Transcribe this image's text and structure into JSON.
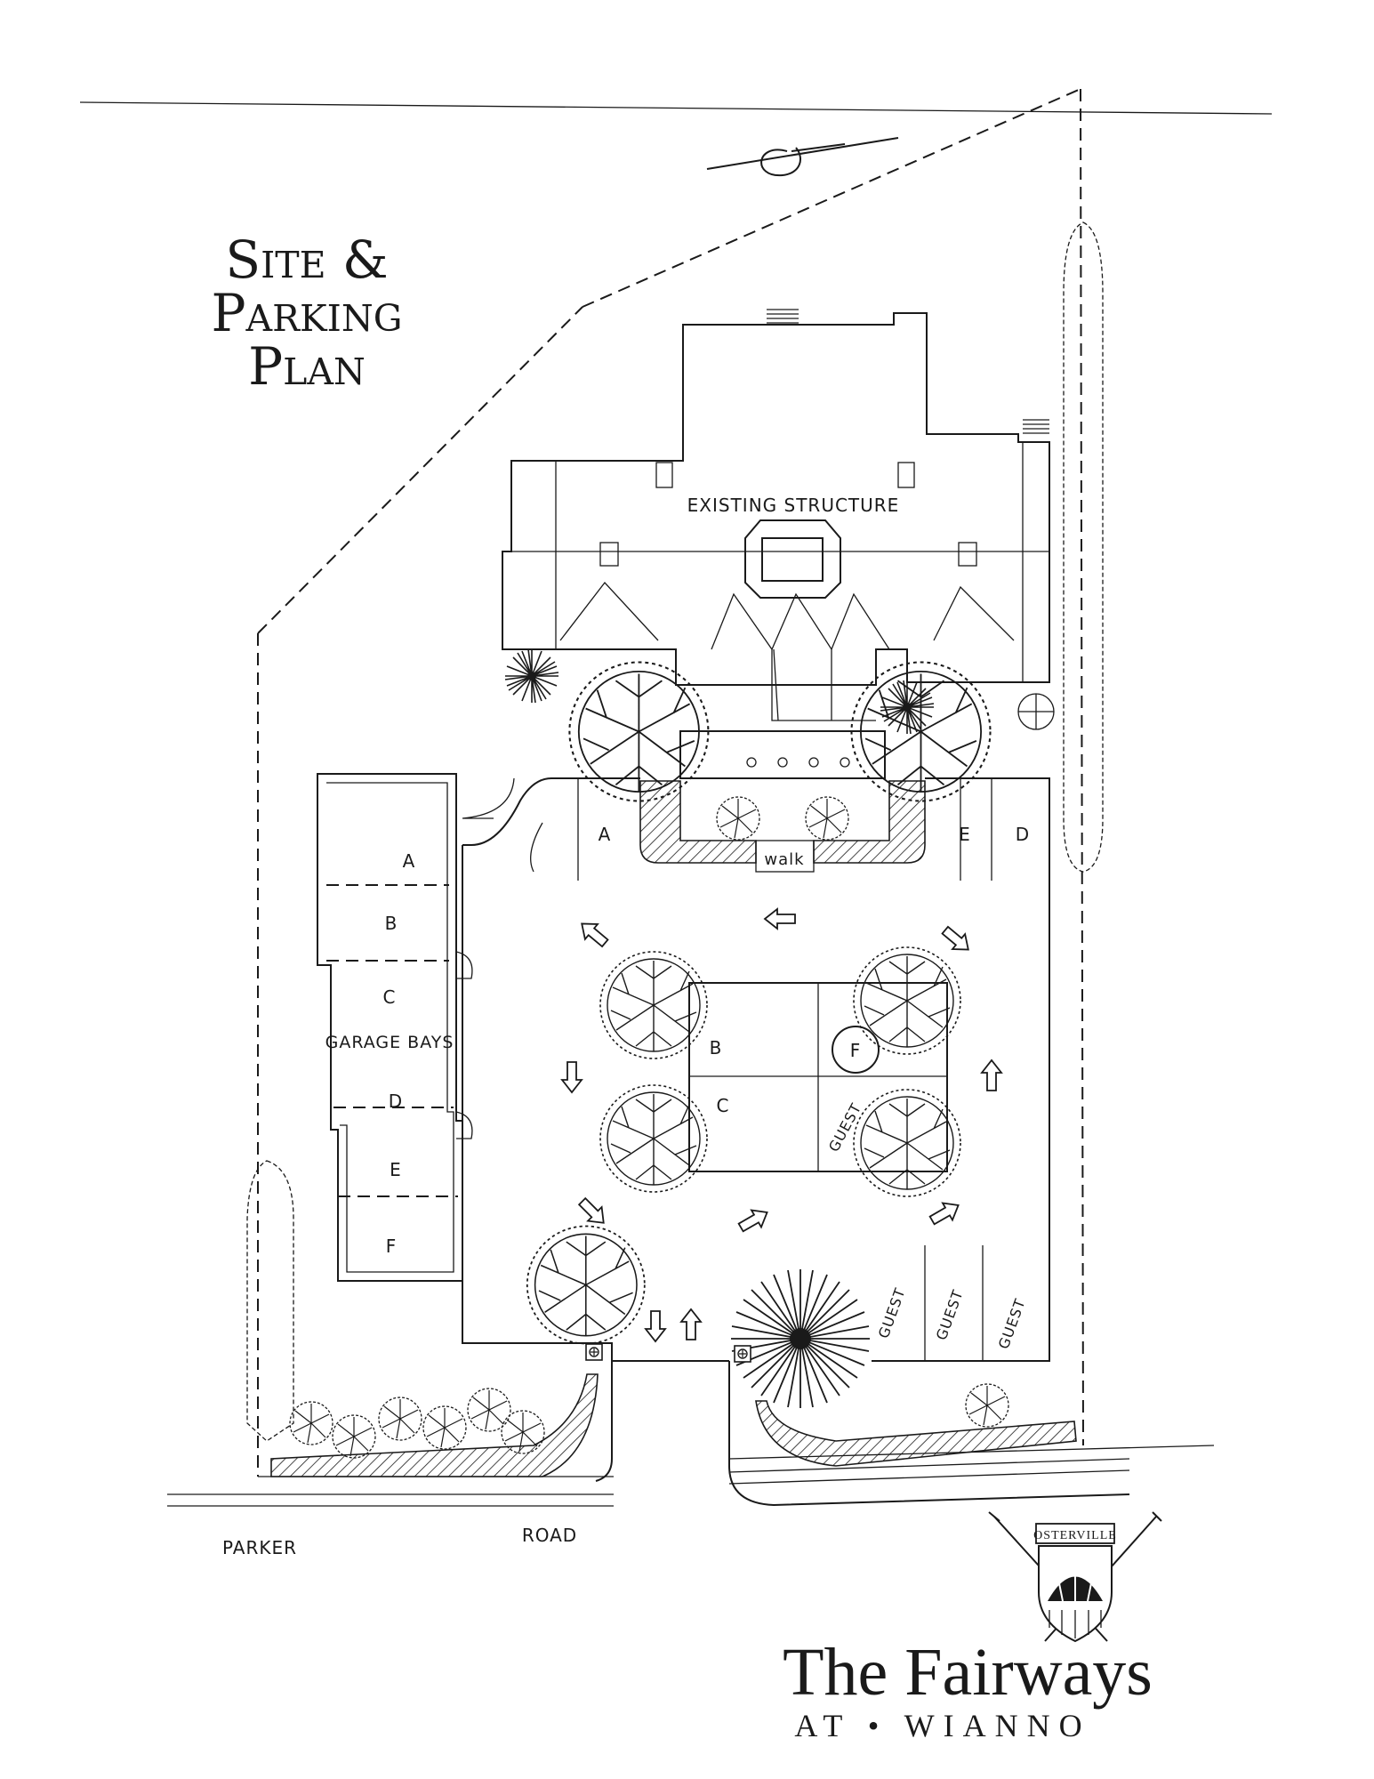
{
  "title": {
    "line1": "Site &",
    "line2": "Parking",
    "line3": "Plan"
  },
  "building": {
    "label": "EXISTING STRUCTURE"
  },
  "walk": {
    "label": "walk"
  },
  "garage": {
    "label": "GARAGE BAYS",
    "bays": [
      "A",
      "B",
      "C",
      "D",
      "E",
      "F"
    ]
  },
  "parking": {
    "space_a": "A",
    "space_b": "B",
    "space_c": "C",
    "space_d": "D",
    "space_e": "E",
    "space_f": "F",
    "guest_island": "GUEST",
    "guest_spaces": [
      "GUEST",
      "GUEST",
      "GUEST"
    ]
  },
  "road": {
    "word1": "PARKER",
    "word2": "ROAD"
  },
  "logo": {
    "badge": "OSTERVILLE",
    "name": "The Fairways",
    "tagline": "AT • WIANNO"
  },
  "icons": [
    "north-arrow-icon",
    "traffic-arrow-icon",
    "tree-icon",
    "shrub-icon",
    "palm-icon",
    "light-post-icon",
    "golf-club-icon",
    "shell-crest-icon"
  ]
}
